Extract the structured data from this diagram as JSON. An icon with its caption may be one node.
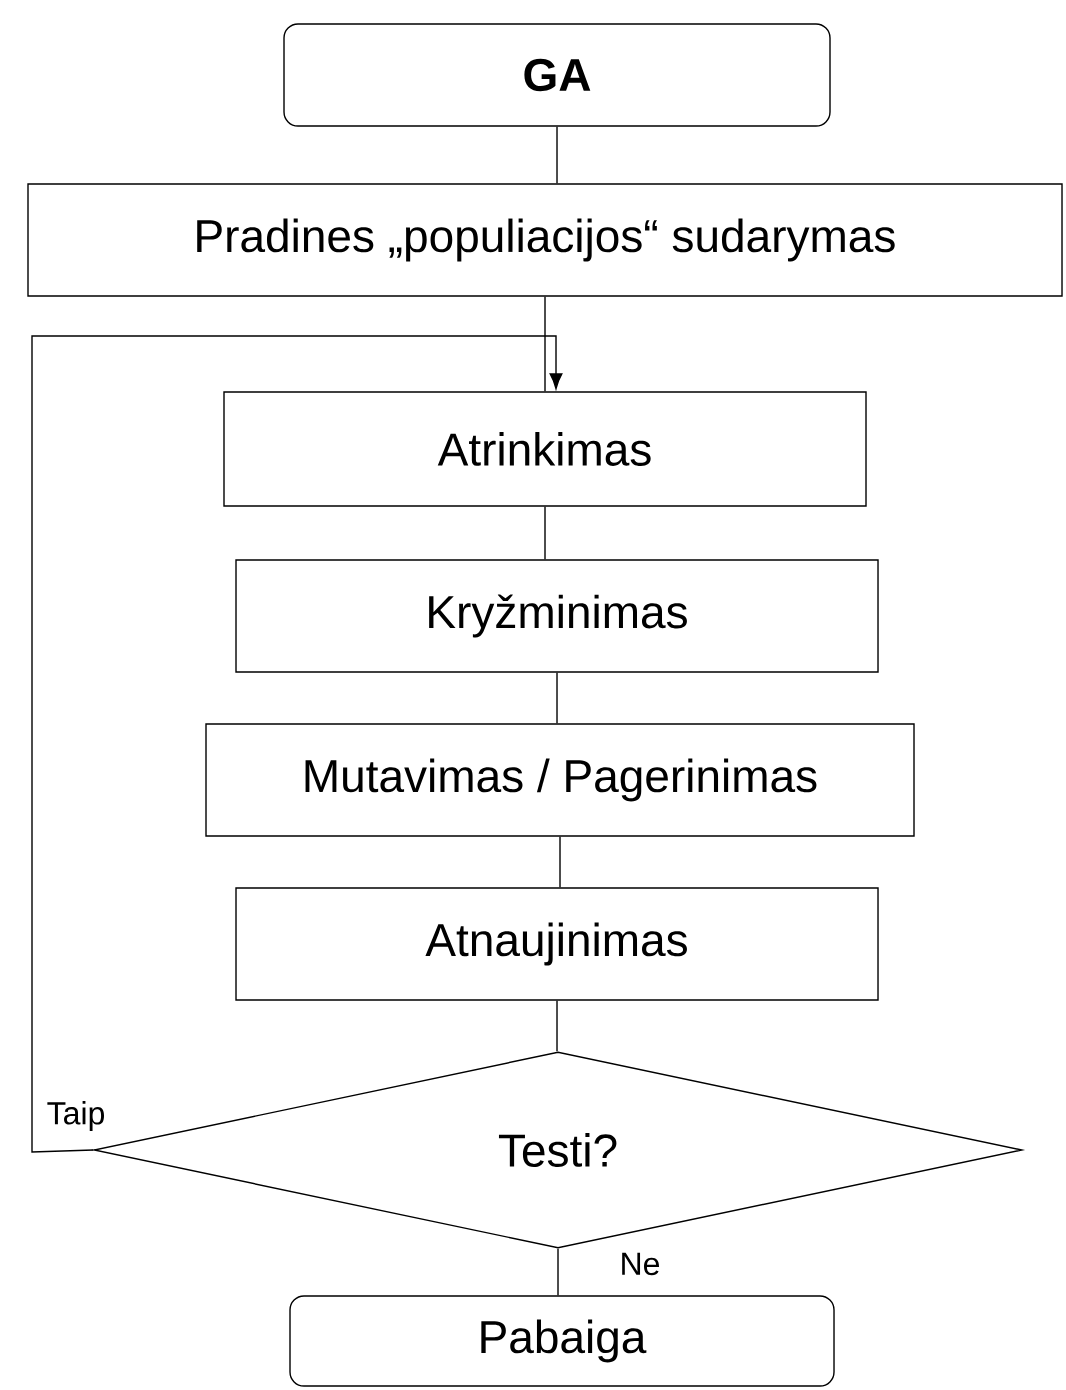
{
  "diagram": {
    "nodes": [
      {
        "text": [
          "GA"
        ]
      },
      {
        "text": [
          "Pradines „populiacijos“ sudarymas"
        ]
      },
      {
        "text": [
          "Atrinkimas"
        ]
      },
      {
        "text": [
          "Kryžminimas"
        ]
      },
      {
        "text": [
          "Mutavimas / Pagerinimas"
        ]
      },
      {
        "text": [
          "Atnaujinimas"
        ]
      },
      {
        "text": [
          "Testi?"
        ]
      },
      {
        "text": [
          "Pabaiga"
        ]
      }
    ],
    "edges": [
      {
        "from": 0,
        "to": 1,
        "arrow": "none"
      },
      {
        "from": 1,
        "to": 2,
        "arrow": "none"
      },
      {
        "from": 2,
        "to": 3,
        "arrow": "none"
      },
      {
        "from": 3,
        "to": 4,
        "arrow": "none"
      },
      {
        "from": 4,
        "to": 5,
        "arrow": "none"
      },
      {
        "from": 5,
        "to": 6,
        "arrow": "none"
      },
      {
        "from": 6,
        "to": 2,
        "arrow": "to",
        "label": "Taip"
      },
      {
        "from": 6,
        "to": 7,
        "arrow": "none",
        "label": "Ne"
      }
    ]
  }
}
